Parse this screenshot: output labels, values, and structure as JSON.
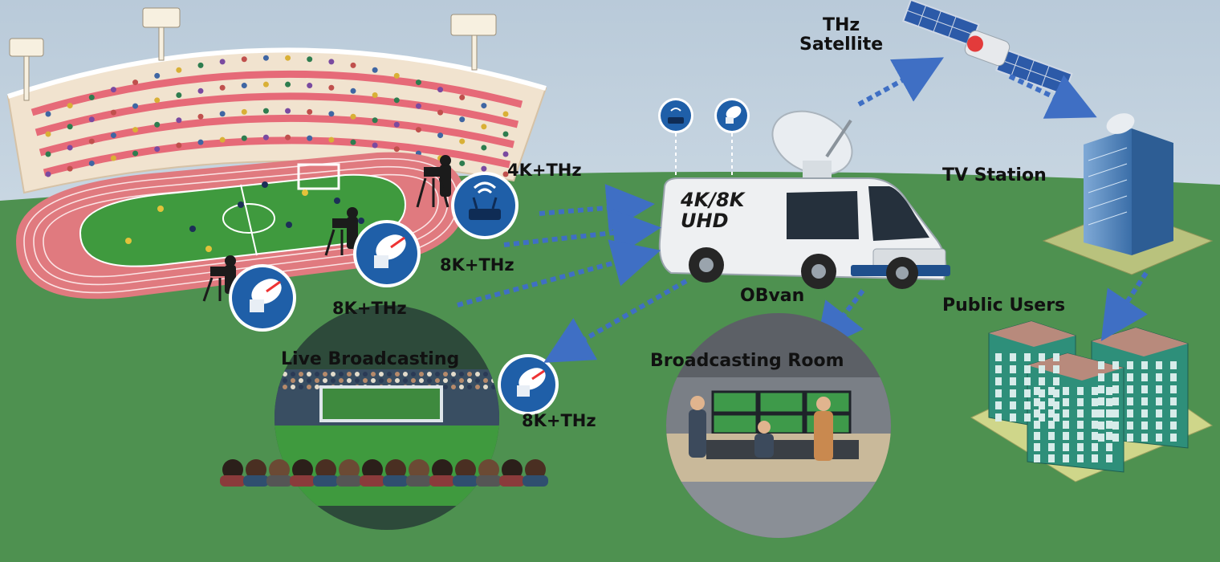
{
  "labels": {
    "satellite_line1": "THz",
    "satellite_line2": "Satellite",
    "tv_station": "TV Station",
    "public_users": "Public Users",
    "obvan": "OBvan",
    "broadcasting_room": "Broadcasting Room",
    "live_broadcasting": "Live Broadcasting",
    "van_sign_line1": "4K/8K",
    "van_sign_line2": "UHD"
  },
  "links": {
    "router_link": "4K+THz",
    "camera_dish_link_upper": "8K+THz",
    "camera_dish_link_lower": "8K+THz",
    "live_link": "8K+THz"
  },
  "colors": {
    "sky": "#c9d8e6",
    "ground": "#4e9150",
    "arrow": "#3f6fc4",
    "badge": "#1f5fa8",
    "track": "#e07a7f",
    "pitch": "#3f9a3e"
  }
}
